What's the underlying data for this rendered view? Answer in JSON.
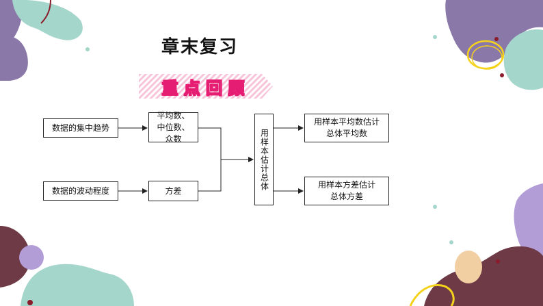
{
  "title": "章末复习",
  "banner": "重 点 回 顾",
  "nodes": {
    "trend": "数据的集中趋势",
    "spread": "数据的波动程度",
    "avg_median_mode": "平均数、中位数、众数",
    "variance": "方差",
    "sample_estimate": "用样本估计总体",
    "est_mean": "用样本平均数估计总体平均数",
    "est_variance": "用样本方差估计总体方差"
  },
  "colors": {
    "banner": "#e61e73",
    "purple": "#8a78a8",
    "teal": "#a5d6cc",
    "maroon": "#6d3a46",
    "lavender": "#b39dd6",
    "peach": "#f2cfa3",
    "yellow": "#f5d21c"
  }
}
